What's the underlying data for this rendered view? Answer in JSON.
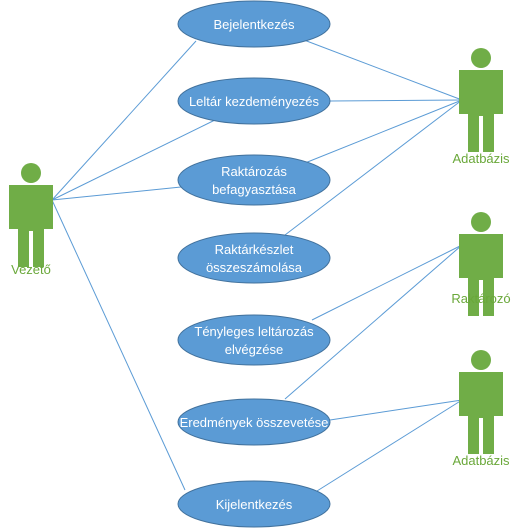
{
  "colors": {
    "use_case_fill": "#5b9bd5",
    "use_case_stroke": "#41719c",
    "line": "#5b9bd5",
    "actor": "#70ad47",
    "actor_label": "#6aa83a"
  },
  "actors": [
    {
      "id": "vezeto",
      "label": "Vezető"
    },
    {
      "id": "adatbazis1",
      "label": "Adatbázis"
    },
    {
      "id": "raktarozo",
      "label": "Raktározó"
    },
    {
      "id": "adatbazis2",
      "label": "Adatbázis"
    }
  ],
  "use_cases": [
    {
      "id": "bejelentkezes",
      "lines": [
        "Bejelentkezés"
      ]
    },
    {
      "id": "leltar",
      "lines": [
        "Leltár kezdeményezés"
      ]
    },
    {
      "id": "befagyasztas",
      "lines": [
        "Raktározás",
        "befagyasztása"
      ]
    },
    {
      "id": "osszeszamolas",
      "lines": [
        "Raktárkészlet",
        "összeszámolása"
      ]
    },
    {
      "id": "elvegzes",
      "lines": [
        "Tényleges leltározás",
        "elvégzése"
      ]
    },
    {
      "id": "osszevetes",
      "lines": [
        "Eredmények összevetése"
      ]
    },
    {
      "id": "kijelentkezes",
      "lines": [
        "Kijelentkezés"
      ]
    }
  ],
  "associations": [
    [
      "vezeto",
      "bejelentkezes"
    ],
    [
      "vezeto",
      "leltar"
    ],
    [
      "vezeto",
      "befagyasztas"
    ],
    [
      "vezeto",
      "kijelentkezes"
    ],
    [
      "adatbazis1",
      "bejelentkezes"
    ],
    [
      "adatbazis1",
      "leltar"
    ],
    [
      "adatbazis1",
      "befagyasztas"
    ],
    [
      "adatbazis1",
      "osszeszamolas"
    ],
    [
      "raktarozo",
      "elvegzes"
    ],
    [
      "raktarozo",
      "osszevetes"
    ],
    [
      "adatbazis2",
      "osszevetes"
    ],
    [
      "adatbazis2",
      "kijelentkezes"
    ]
  ]
}
